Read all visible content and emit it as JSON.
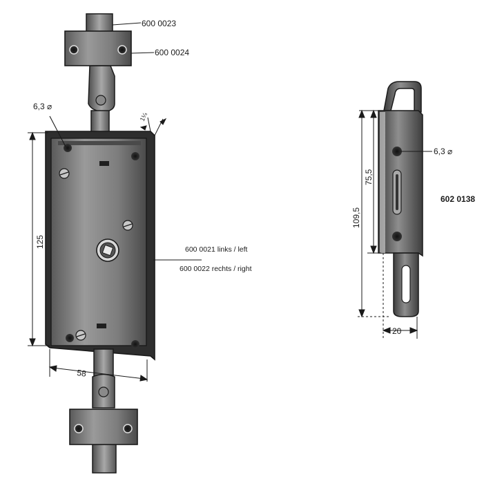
{
  "parts": {
    "bolt_top": "600 0023",
    "striker_plate": "600 0024",
    "lock_left": "600 0021  links / left",
    "lock_right": "600 0022  rechts / right",
    "keeper": "602 0138"
  },
  "dimensions": {
    "hole_left": "6,3 ⌀",
    "hole_right": "6,3 ⌀",
    "height": "125",
    "width": "58",
    "thickness": "1¼",
    "keeper_inner": "75,5",
    "keeper_total": "109,5",
    "keeper_width": "20"
  },
  "colors": {
    "line": "#1a1a1a",
    "metal_dark": "#3a3a3a",
    "metal_mid": "#7a7a7a",
    "metal_light": "#b5b5b5"
  }
}
